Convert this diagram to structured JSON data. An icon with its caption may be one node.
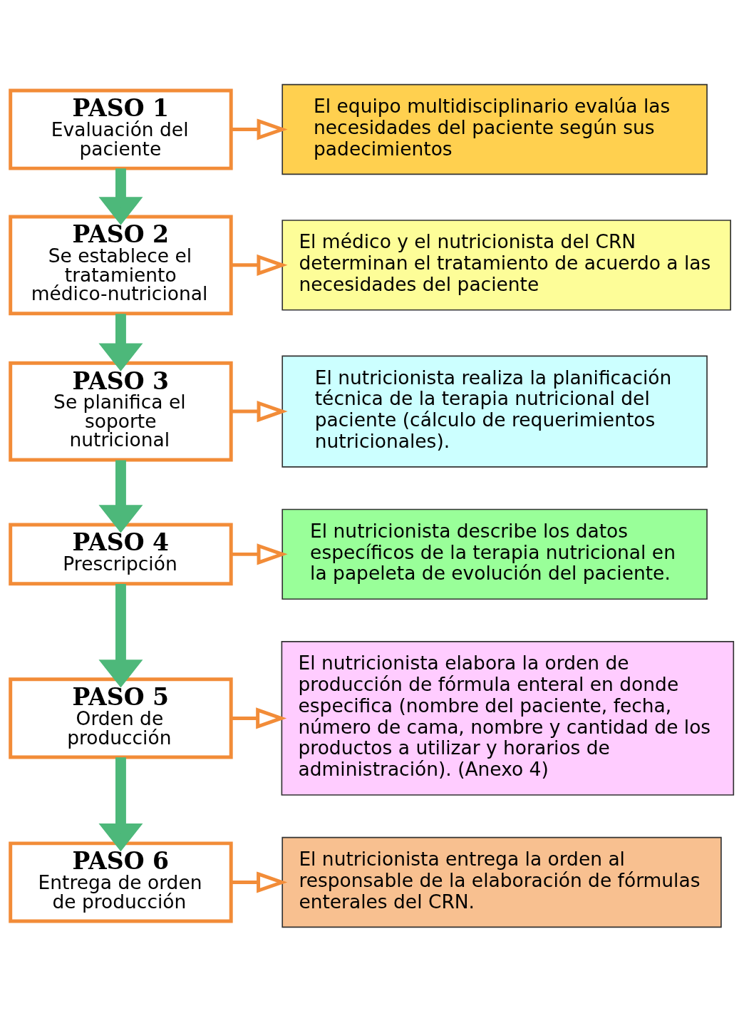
{
  "diagram": {
    "nodes": [
      {
        "text": [
          "PASO 1",
          "Evaluación del paciente"
        ]
      },
      {
        "text": [
          "El equipo multidisciplinario evalúa las necesidades del paciente según sus padecimientos"
        ]
      },
      {
        "text": [
          "PASO 2",
          "Se establece el tratamiento médico-nutricional"
        ]
      },
      {
        "text": [
          "El médico y el nutricionista del CRN determinan el tratamiento de acuerdo a las necesidades del paciente"
        ]
      },
      {
        "text": [
          "PASO 3",
          "Se planifica el soporte nutricional"
        ]
      },
      {
        "text": [
          "El nutricionista realiza la planificación técnica de la terapia nutricional del paciente (cálculo de requerimientos nutricionales)."
        ]
      },
      {
        "text": [
          "PASO 4",
          "Prescripción"
        ]
      },
      {
        "text": [
          "El nutricionista describe los datos específicos de la terapia nutricional en la papeleta de evolución del paciente."
        ]
      },
      {
        "text": [
          "PASO 5",
          "Orden de producción"
        ]
      },
      {
        "text": [
          "El nutricionista elabora la orden de producción de fórmula enteral en donde especifica (nombre del paciente, fecha, número de cama, nombre y cantidad de los productos a utilizar y horarios de administración). (Anexo 4)"
        ]
      },
      {
        "text": [
          "PASO 6",
          "Entrega de orden de producción"
        ]
      },
      {
        "text": [
          "El nutricionista entrega la orden al responsable de la elaboración de fórmulas enterales del CRN."
        ]
      }
    ],
    "edges": [
      {
        "from": 0,
        "to": 1,
        "arrow": "to"
      },
      {
        "from": 0,
        "to": 2,
        "arrow": "to",
        "style": "thick",
        "color": "#4db87a"
      },
      {
        "from": 2,
        "to": 3,
        "arrow": "to"
      },
      {
        "from": 2,
        "to": 4,
        "arrow": "to",
        "style": "thick",
        "color": "#4db87a"
      },
      {
        "from": 4,
        "to": 5,
        "arrow": "to"
      },
      {
        "from": 4,
        "to": 6,
        "arrow": "to",
        "style": "thick",
        "color": "#4db87a"
      },
      {
        "from": 6,
        "to": 7,
        "arrow": "to"
      },
      {
        "from": 6,
        "to": 8,
        "arrow": "to",
        "style": "thick",
        "color": "#4db87a"
      },
      {
        "from": 8,
        "to": 9,
        "arrow": "to"
      },
      {
        "from": 8,
        "to": 10,
        "arrow": "to",
        "style": "thick",
        "color": "#4db87a"
      },
      {
        "from": 10,
        "to": 11,
        "arrow": "to"
      }
    ]
  }
}
